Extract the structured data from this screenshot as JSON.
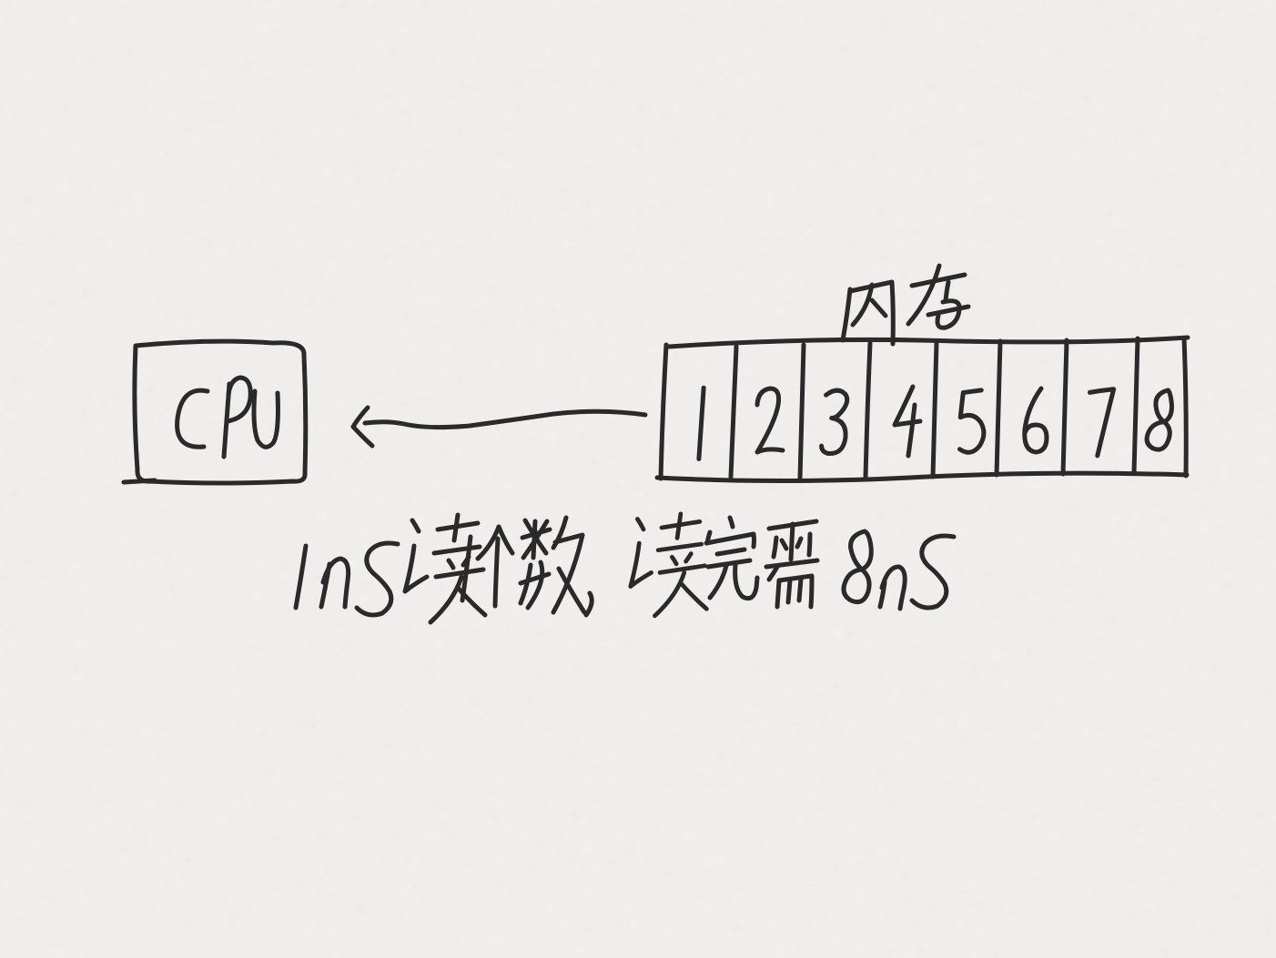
{
  "page": {
    "background_color": "#f2f1ef",
    "ink_color": "#2a2a2a",
    "style": "handwritten-sketch"
  },
  "diagram": {
    "cpu": {
      "label": "CPU"
    },
    "arrow": {
      "direction": "left",
      "from": "memory",
      "to": "cpu"
    },
    "memory": {
      "label": "内存",
      "cells": [
        "1",
        "2",
        "3",
        "4",
        "5",
        "6",
        "7",
        "8"
      ]
    },
    "caption": {
      "text": "1ns读1个数, 读完需8ns"
    }
  }
}
